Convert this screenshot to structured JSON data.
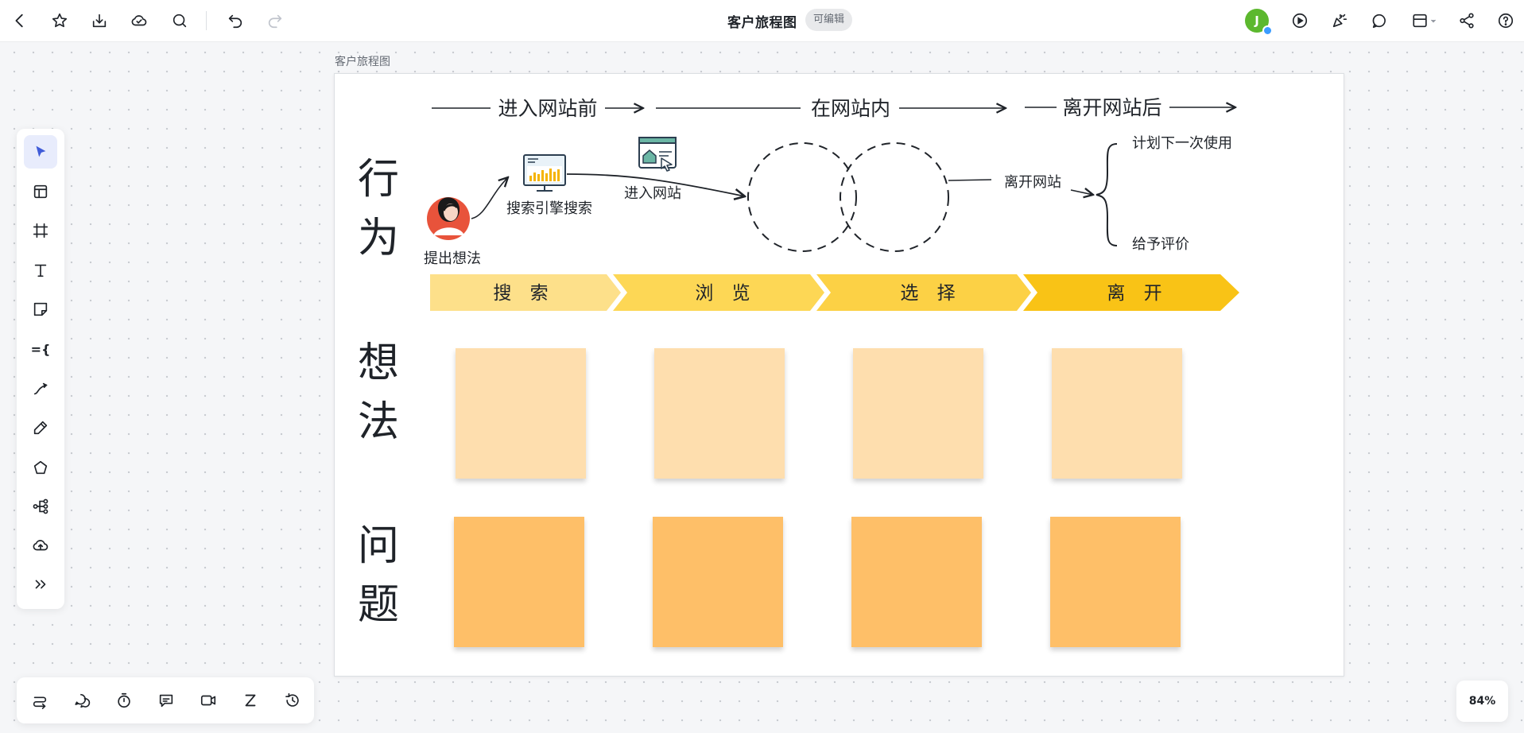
{
  "header": {
    "title": "客户旅程图",
    "badge": "可编辑",
    "avatar_letter": "J"
  },
  "frame": {
    "label": "客户旅程图"
  },
  "diagram": {
    "phases": [
      "进入网站前",
      "在网站内",
      "离开网站后"
    ],
    "actions": {
      "idea": "提出想法",
      "search_engine": "搜索引擎搜索",
      "enter_site": "进入网站",
      "leave_site": "离开网站",
      "plan_next": "计划下一次使用",
      "give_rating": "给予评价"
    },
    "rows": {
      "behavior": [
        "行",
        "为"
      ],
      "thoughts": [
        "想",
        "法"
      ],
      "problems": [
        "问",
        "题"
      ]
    },
    "stages": [
      "搜 索",
      "浏 览",
      "选 择",
      "离 开"
    ],
    "stage_colors": [
      "#fde08a",
      "#fdd755",
      "#fcd145",
      "#f9c316"
    ]
  },
  "zoom": "84%",
  "colors": {
    "note_light": "#fedeae",
    "note_dark": "#febf68",
    "active_tool": "#3f5bd8",
    "avatar": "#5cb82e"
  },
  "icons": {
    "top_left": [
      "back-icon",
      "star-icon",
      "download-icon",
      "cloud-icon",
      "search-icon",
      "undo-icon",
      "redo-icon"
    ],
    "top_right": [
      "play-icon",
      "celebrate-icon",
      "comment-icon",
      "layout-icon",
      "share-icon",
      "help-icon"
    ],
    "left_tools": [
      "select-icon",
      "template-icon",
      "frame-icon",
      "text-icon",
      "sticky-note-icon",
      "formula-icon",
      "connector-icon",
      "pen-icon",
      "shape-icon",
      "mindmap-icon",
      "upload-icon",
      "more-icon"
    ],
    "bottom_tools": [
      "switch-icon",
      "chat-icon",
      "timer-icon",
      "feedback-icon",
      "video-icon",
      "sleep-icon",
      "history-icon"
    ]
  }
}
